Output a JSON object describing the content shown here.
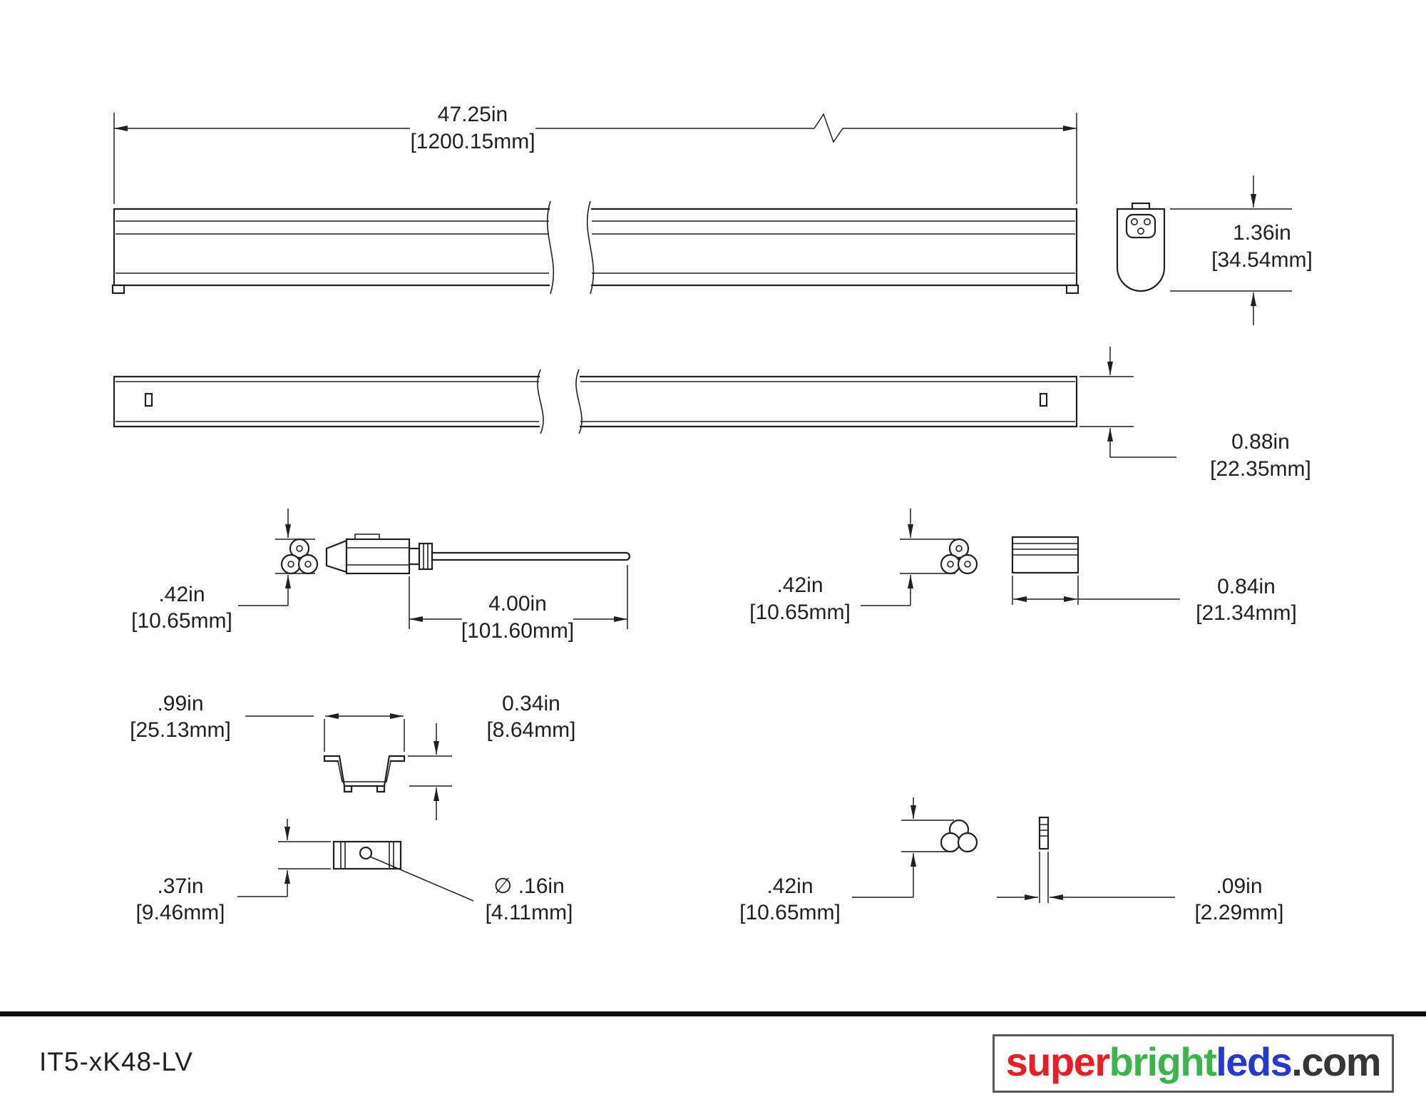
{
  "page": {
    "part_number": "IT5-xK48-LV"
  },
  "logo": {
    "segments": [
      {
        "text": "super",
        "color": "#ec1c24"
      },
      {
        "text": "bright",
        "color": "#3ab54a"
      },
      {
        "text": "leds",
        "color": "#2638d4"
      },
      {
        "text": ".com",
        "color": "#363636"
      }
    ]
  },
  "dimensions": {
    "overall_length": {
      "in": "47.25in",
      "mm": "[1200.15mm]"
    },
    "end_height": {
      "in": "1.36in",
      "mm": "[34.54mm]"
    },
    "body_height": {
      "in": "0.88in",
      "mm": "[22.35mm]"
    },
    "connector_plug_height": {
      "in": ".42in",
      "mm": "[10.65mm]"
    },
    "cable_length": {
      "in": "4.00in",
      "mm": "[101.60mm]"
    },
    "socket_height": {
      "in": ".42in",
      "mm": "[10.65mm]"
    },
    "end_cap_length": {
      "in": "0.84in",
      "mm": "[21.34mm]"
    },
    "clip_width": {
      "in": ".99in",
      "mm": "[25.13mm]"
    },
    "clip_depth": {
      "in": "0.34in",
      "mm": "[8.64mm]"
    },
    "clip_height": {
      "in": ".37in",
      "mm": "[9.46mm]"
    },
    "hole_diameter": {
      "in": "∅ .16in",
      "mm": "[4.11mm]"
    },
    "bracket_height": {
      "in": ".42in",
      "mm": "[10.65mm]"
    },
    "bracket_thickness": {
      "in": ".09in",
      "mm": "[2.29mm]"
    }
  }
}
